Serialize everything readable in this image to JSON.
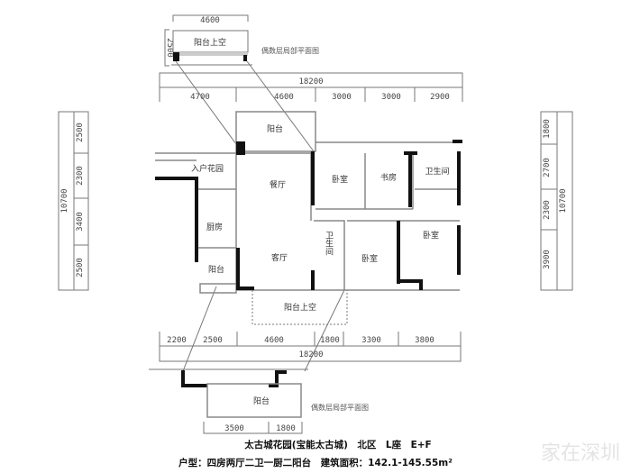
{
  "top_inset": {
    "width_dim": "4600",
    "height_dim": "2500",
    "room": "阳台上空",
    "caption": "偶数层局部平面图"
  },
  "top_dims": {
    "total": "18200",
    "segments": [
      "4700",
      "4600",
      "3000",
      "3000",
      "2900"
    ]
  },
  "left_dims": {
    "total": "10700",
    "segments": [
      "2500",
      "2300",
      "3400",
      "2500"
    ]
  },
  "right_dims": {
    "total": "10700",
    "segments": [
      "1800",
      "2700",
      "2300",
      "3900"
    ]
  },
  "bottom_dims": {
    "total": "18200",
    "segments": [
      "2200",
      "2500",
      "4600",
      "1800",
      "3300",
      "3800"
    ]
  },
  "rooms": {
    "balcony_top": "阳台",
    "entrance_garden": "入户花园",
    "dining": "餐厅",
    "bedroom1": "卧室",
    "study": "书房",
    "bathroom1": "卫生间",
    "kitchen": "厨房",
    "living": "客厅",
    "bathroom2": "卫生间",
    "bedroom2": "卧室",
    "bedroom3": "卧室",
    "balcony_small": "阳台",
    "balcony_void": "阳台上空"
  },
  "bottom_inset": {
    "room": "阳台",
    "caption": "偶数层局部平面图",
    "dims": [
      "3500",
      "1800"
    ]
  },
  "title": {
    "line1": "太古城花园(宝能太古城)　北区　L座　E+F",
    "line2": "户型：四房两厅二卫一厨二阳台　建筑面积：142.1-145.55m²"
  },
  "watermark": "家在深圳"
}
